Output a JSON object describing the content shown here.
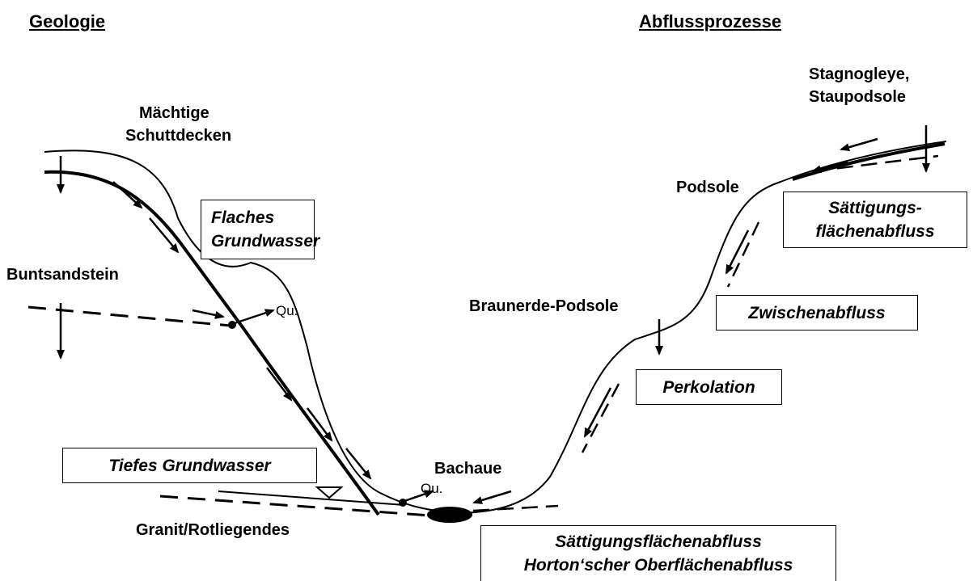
{
  "headers": {
    "geology": "Geologie",
    "processes": "Abflussprozesse"
  },
  "geology_labels": {
    "schutt_line1": "Mächtige",
    "schutt_line2": "Schuttdecken",
    "buntsandstein": "Buntsandstein",
    "granit": "Granit/Rotliegendes"
  },
  "soil_labels": {
    "stagno_line1": "Stagnogleye,",
    "stagno_line2": "Staupodsole",
    "podsole": "Podsole",
    "braunerde": "Braunerde-Podsole",
    "bachaue": "Bachaue"
  },
  "spring_labels": {
    "upper": "Qu.",
    "lower": "Qu."
  },
  "process_boxes": {
    "flaches_line1": "Flaches",
    "flaches_line2": "Grundwasser",
    "tiefes": "Tiefes Grundwasser",
    "saett_line1": "Sättigungs-",
    "saett_line2": "flächenabfluss",
    "zwischen": "Zwischenabfluss",
    "perkolation": "Perkolation",
    "bottom_line1": "Sättigungsflächenabfluss",
    "bottom_line2": "Horton‘scher Oberflächenabfluss"
  }
}
